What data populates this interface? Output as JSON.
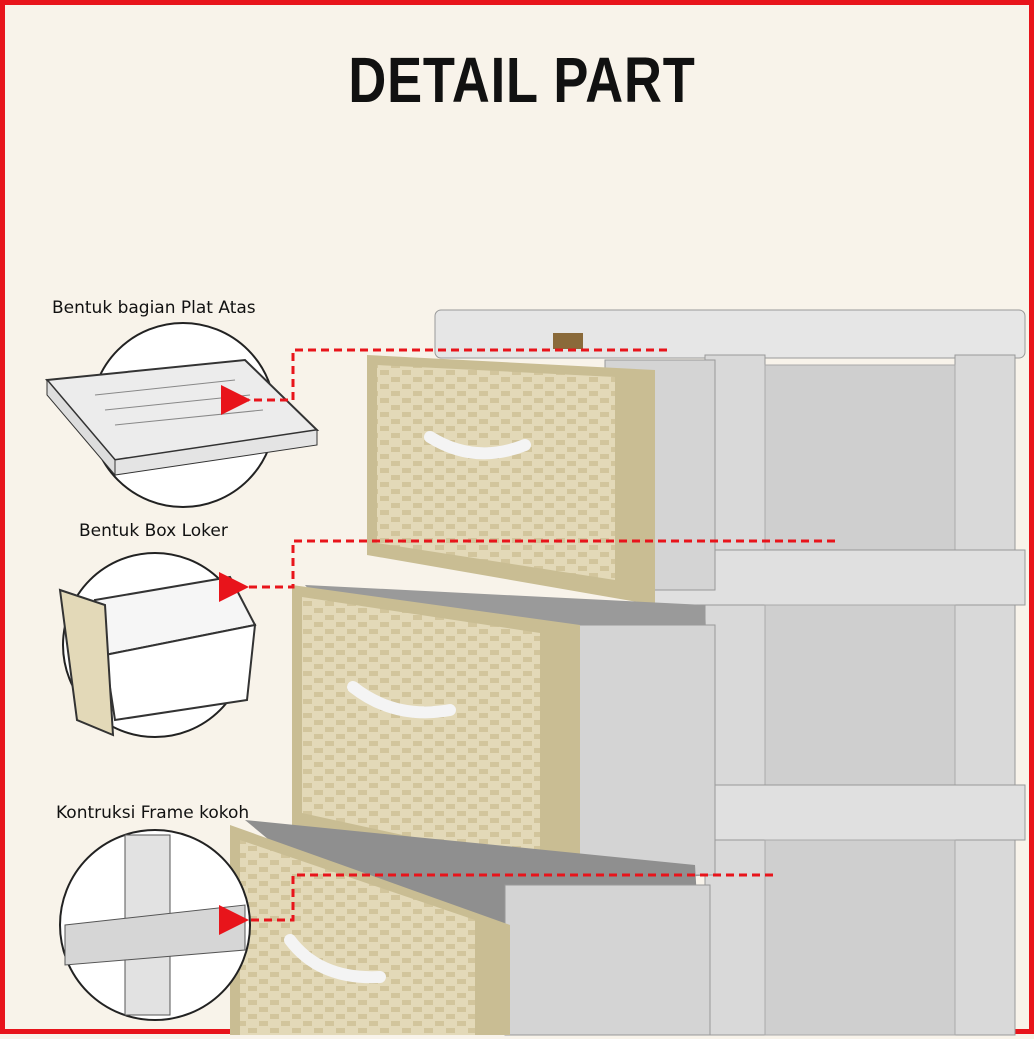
{
  "header": {
    "title": "DETAIL PART"
  },
  "details": [
    {
      "label": "Bentuk bagian Plat Atas",
      "icon": "top-plate-detail"
    },
    {
      "label": "Bentuk Box Loker",
      "icon": "drawer-box-detail"
    },
    {
      "label": "Kontruksi Frame kokoh",
      "icon": "frame-joint-detail"
    }
  ],
  "colors": {
    "border": "#e8141b",
    "background": "#f8f3ea",
    "drawer_front": "#e3d9b8",
    "frame": "#dcdcdc",
    "arrow": "#e8141b"
  }
}
